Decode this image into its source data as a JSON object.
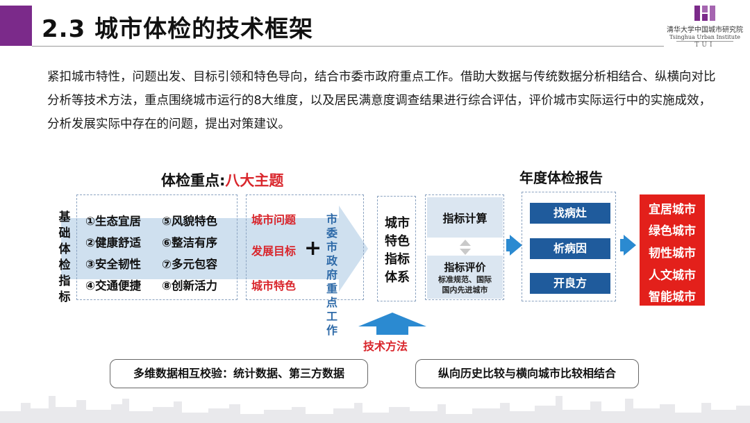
{
  "header": {
    "title": "2.3 城市体检的技术框架",
    "accent_color": "#7b2a8a"
  },
  "logo": {
    "name_cn": "清华大学中国城市研究院",
    "name_en": "Tsinghua Urban Institute",
    "abbr": "TUI"
  },
  "intro": "紧扣城市特性，问题出发、目标引领和特色导向，结合市委市政府重点工作。借助大数据与传统数据分析相结合、纵横向对比分析等技术方法，重点围绕城市运行的8大维度，以及居民满意度调查结果进行综合评估，评价城市实际运行中的实施成效，分析发展实际中存在的问题，提出对策建议。",
  "framework": {
    "key_heading_prefix": "体检重点:",
    "key_heading_emphasis": "八大主题",
    "side_label": "基础体检指标",
    "themes": [
      "①生态宜居",
      "⑤风貌特色",
      "②健康舒适",
      "⑥整洁有序",
      "③安全韧性",
      "⑦多元包容",
      "④交通便捷",
      "⑧创新活力"
    ],
    "issues": [
      "城市问题",
      "发展目标",
      "城市特色"
    ],
    "plus_sign": "+",
    "party_work": "市委市政府重点工作",
    "system_label": "城市特色指标体系",
    "indicator_calc": "指标计算",
    "indicator_eval": "指标评价",
    "indicator_eval_sub1": "标准规范、国际",
    "indicator_eval_sub2": "国内先进城市",
    "report_heading": "年度体检报告",
    "report_steps": [
      "找病灶",
      "析病因",
      "开良方"
    ],
    "city_goals": [
      "宜居城市",
      "绿色城市",
      "韧性城市",
      "人文城市",
      "智能城市"
    ],
    "tech_label": "技术方法",
    "pill_left": "多维数据相互校验：统计数据、第三方数据",
    "pill_right": "纵向历史比较与横向城市比较相结合"
  },
  "colors": {
    "accent_red": "#d9262c",
    "accent_blue": "#2b8ad1",
    "dark_blue": "#1f5b9c",
    "city_red": "#e3201b"
  }
}
